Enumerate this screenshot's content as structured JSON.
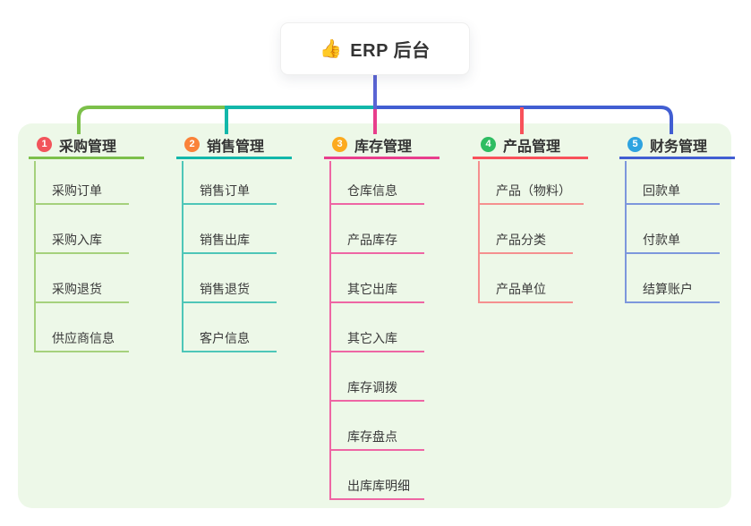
{
  "root": {
    "icon_name": "thumbs-up-icon",
    "icon": "👍",
    "title": "ERP 后台"
  },
  "branches": [
    {
      "badge": "1",
      "title": "采购管理",
      "badge_color": "#f2545b",
      "line_color": "#7cc04a",
      "line_light_color": "#a5d17c",
      "items": [
        "采购订单",
        "采购入库",
        "采购退货",
        "供应商信息"
      ]
    },
    {
      "badge": "2",
      "title": "销售管理",
      "badge_color": "#fa8239",
      "line_color": "#12b7aa",
      "line_light_color": "#4ec6b8",
      "items": [
        "销售订单",
        "销售出库",
        "销售退货",
        "客户信息"
      ]
    },
    {
      "badge": "3",
      "title": "库存管理",
      "badge_color": "#fcaa1f",
      "line_color": "#e83e8c",
      "line_light_color": "#ee66a4",
      "items": [
        "仓库信息",
        "产品库存",
        "其它出库",
        "其它入库",
        "库存调拨",
        "库存盘点",
        "出库库明细"
      ]
    },
    {
      "badge": "4",
      "title": "产品管理",
      "badge_color": "#2ebd62",
      "line_color": "#f8515a",
      "line_light_color": "#f5908f",
      "items": [
        "产品（物料）",
        "产品分类",
        "产品单位"
      ]
    },
    {
      "badge": "5",
      "title": "财务管理",
      "badge_color": "#2ea3e0",
      "line_color": "#415ed2",
      "line_light_color": "#7d97dc",
      "items": [
        "回款单",
        "付款单",
        "结算账户"
      ]
    }
  ],
  "colors": {
    "root_connector": "#5a64d4",
    "panel_bg": "#edf8e8",
    "card_bg": "#ffffff",
    "text": "#333333"
  }
}
